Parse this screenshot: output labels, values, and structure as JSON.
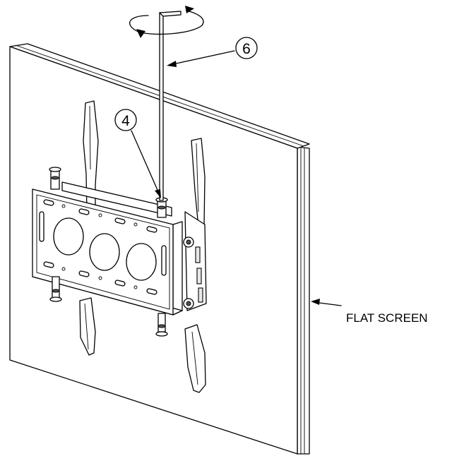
{
  "callouts": {
    "allen_key": "6",
    "screw": "4"
  },
  "labels": {
    "flat_screen": "FLAT SCREEN"
  },
  "colors": {
    "line": "#000000",
    "background": "#ffffff"
  }
}
